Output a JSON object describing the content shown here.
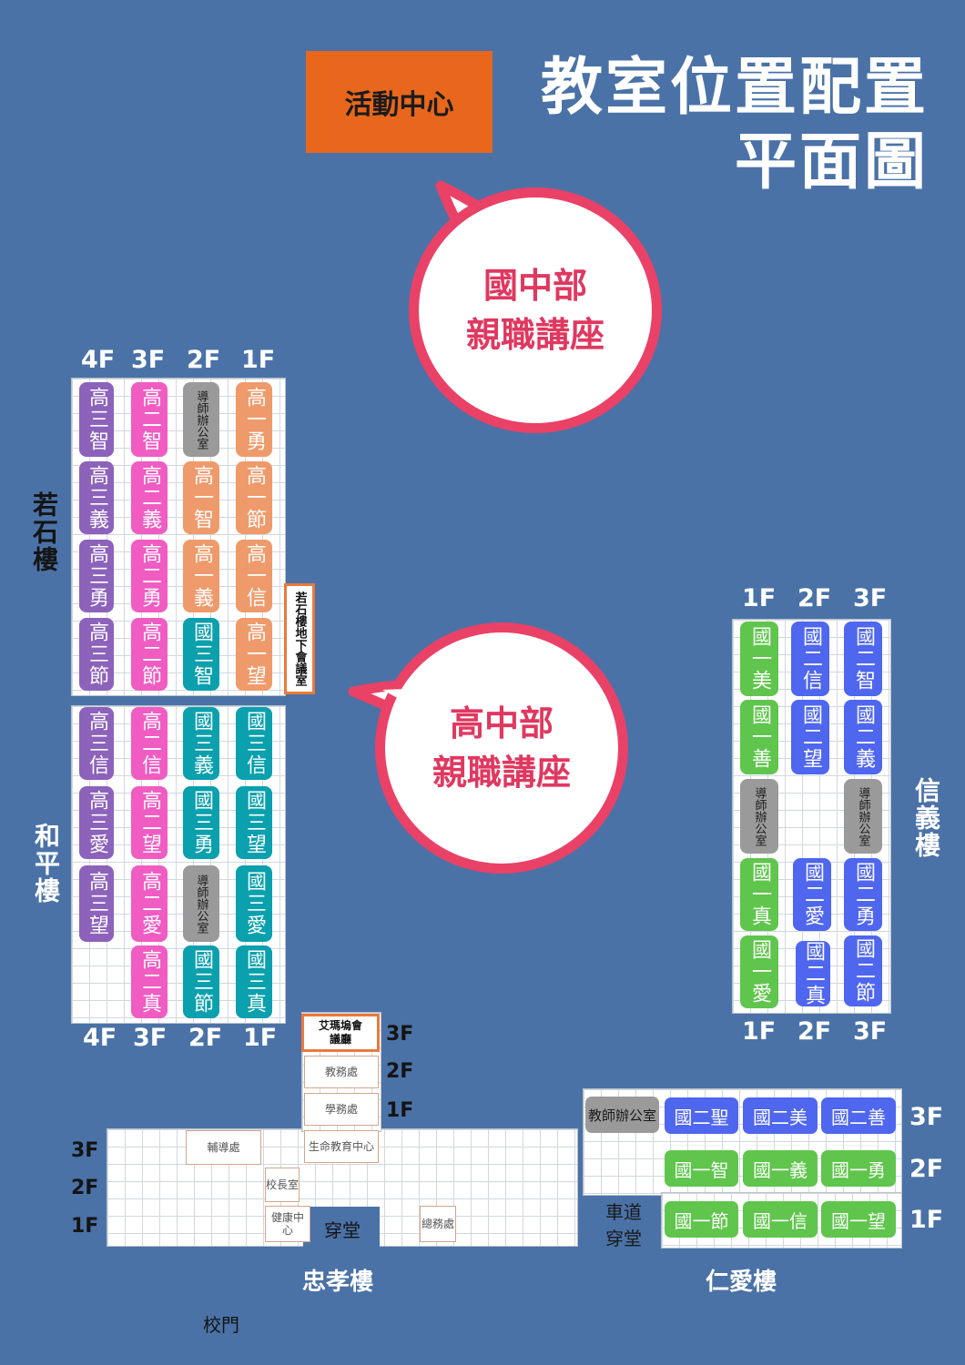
{
  "title": {
    "line1": "教室位置配置",
    "line2": "平面圖"
  },
  "activity_center": "活動中心",
  "bubble_junior": {
    "line1": "國中部",
    "line2": "親職講座"
  },
  "bubble_senior": {
    "line1": "高中部",
    "line2": "親職講座"
  },
  "colors": {
    "background": "#4a72a7",
    "bubble": "#ea4166",
    "activity": "#e8671c"
  },
  "ruoshi": {
    "name": "若石樓",
    "floors": [
      "4F",
      "3F",
      "2F",
      "1F"
    ],
    "basement": "若石樓地下會議室",
    "rooms": [
      "高三智",
      "高二智",
      "導師辦公室",
      "高一勇",
      "高三義",
      "高二義",
      "高一智",
      "高一節",
      "高三勇",
      "高二勇",
      "高一義",
      "高一信",
      "高三節",
      "高二節",
      "國三智",
      "高一望"
    ]
  },
  "heping": {
    "name": "和平樓",
    "floors": [
      "4F",
      "3F",
      "2F",
      "1F"
    ],
    "rooms": [
      "高三信",
      "高二信",
      "國三義",
      "國三信",
      "高三愛",
      "高二望",
      "國三勇",
      "國三望",
      "高三望",
      "高二愛",
      "導師辦公室",
      "國三愛",
      "高二真",
      "國三節",
      "國三真"
    ]
  },
  "xinyi": {
    "name": "信義樓",
    "floors": [
      "1F",
      "2F",
      "3F"
    ],
    "rooms": [
      "國一美",
      "國二信",
      "國二智",
      "國一善",
      "國二望",
      "國二義",
      "導師辦公室",
      "導師辦公室",
      "國一真",
      "國二愛",
      "國二勇",
      "國一愛",
      "國二真",
      "國二節"
    ]
  },
  "renai": {
    "name": "仁愛樓",
    "floors": [
      "3F",
      "2F",
      "1F"
    ],
    "office": "教師辦公室",
    "driveway": "車道穿堂",
    "rooms": [
      "國二聖",
      "國二美",
      "國二善",
      "國一智",
      "國一義",
      "國一勇",
      "國一節",
      "國一信",
      "國一望"
    ]
  },
  "zhongxiao": {
    "name": "忠孝樓",
    "floors": [
      "3F",
      "2F",
      "1F"
    ],
    "tower_floors": [
      "3F",
      "2F",
      "1F"
    ],
    "rooms": {
      "hall": "艾瑪塢會議廳",
      "academic": "教務處",
      "student": "學務處",
      "life_edu": "生命教育中心",
      "counseling": "輔導處",
      "principal": "校長室",
      "health": "健康中心",
      "passage": "穿堂",
      "general": "總務處"
    }
  },
  "gate": "校門"
}
